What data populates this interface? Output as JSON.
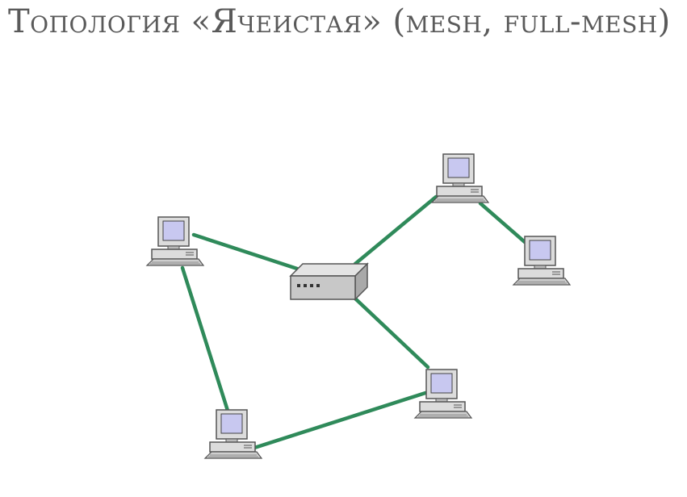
{
  "slide": {
    "title": "Топология «Ячеистая» (mesh, full-mesh)"
  },
  "diagram": {
    "colors": {
      "link": "#2f8a5a",
      "computer_body": "#d9d9d9",
      "screen": "#c8c8f0",
      "hub": "#c8c8c8"
    },
    "nodes": [
      "hub",
      "pc-left",
      "pc-top-right",
      "pc-right",
      "pc-bottom-right",
      "pc-bottom"
    ],
    "links": [
      [
        "pc-left",
        "hub"
      ],
      [
        "hub",
        "pc-top-right"
      ],
      [
        "pc-top-right",
        "pc-right"
      ],
      [
        "hub",
        "pc-bottom-right"
      ],
      [
        "pc-bottom-right",
        "pc-bottom"
      ],
      [
        "pc-bottom",
        "pc-left"
      ]
    ]
  }
}
